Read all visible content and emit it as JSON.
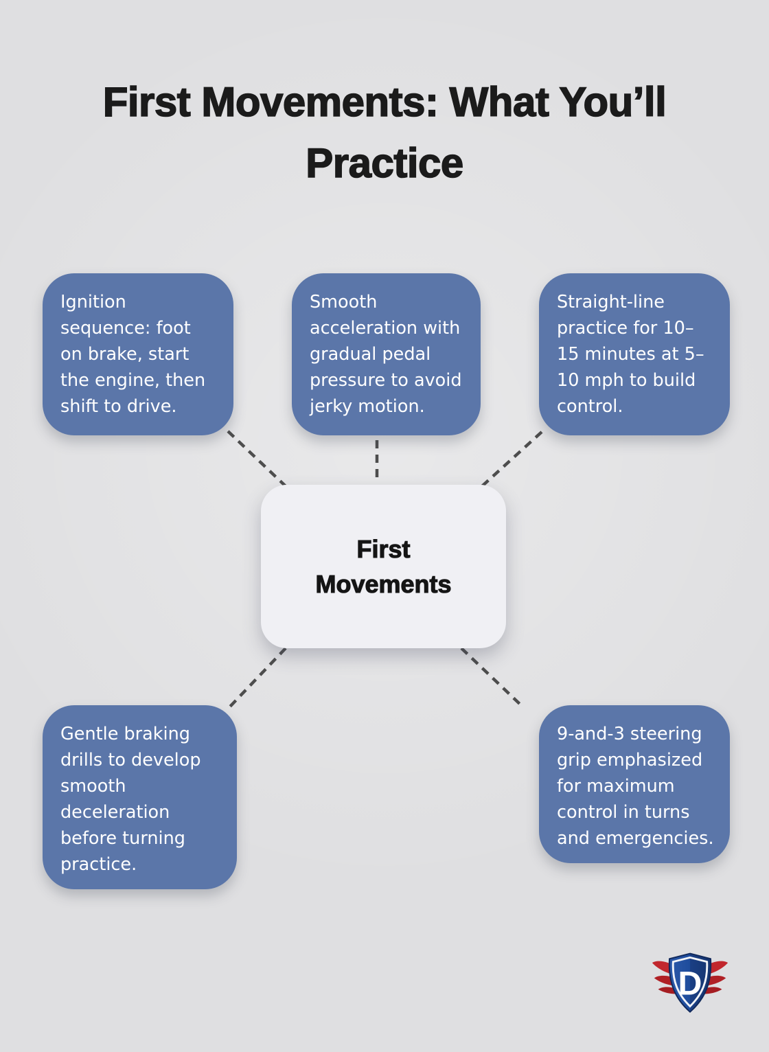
{
  "title": "First Movements: What You’ll\nPractice",
  "center_node": {
    "label": "First\nMovements"
  },
  "nodes": [
    {
      "id": "ignition-sequence",
      "text": "Ignition\nsequence: foot\non brake, start\nthe engine, then\nshift to drive."
    },
    {
      "id": "smooth-acceleration",
      "text": "Smooth\nacceleration with\ngradual pedal\npressure to avoid\njerky motion."
    },
    {
      "id": "straight-line",
      "text": "Straight-line\npractice for 10–\n15 minutes at 5–\n10 mph to build\ncontrol."
    },
    {
      "id": "gentle-braking",
      "text": "Gentle braking\ndrills to develop\nsmooth\ndeceleration\nbefore turning\npractice."
    },
    {
      "id": "steering-grip",
      "text": "9-and-3 steering\ngrip emphasized\nfor maximum\ncontrol in turns\nand emergencies."
    }
  ],
  "logo": {
    "letter": "D"
  },
  "colors": {
    "node_blue": "#5B76A9",
    "canvas_bg": "#DFDFE1",
    "center_bg": "#F0F0F4",
    "connector": "#4D4D4D",
    "title_text": "#1B1B1B",
    "node_text": "#FFFFFF",
    "logo_blue": "#1E4C9C",
    "logo_blue_dark": "#16356F",
    "logo_red": "#C1272D"
  }
}
